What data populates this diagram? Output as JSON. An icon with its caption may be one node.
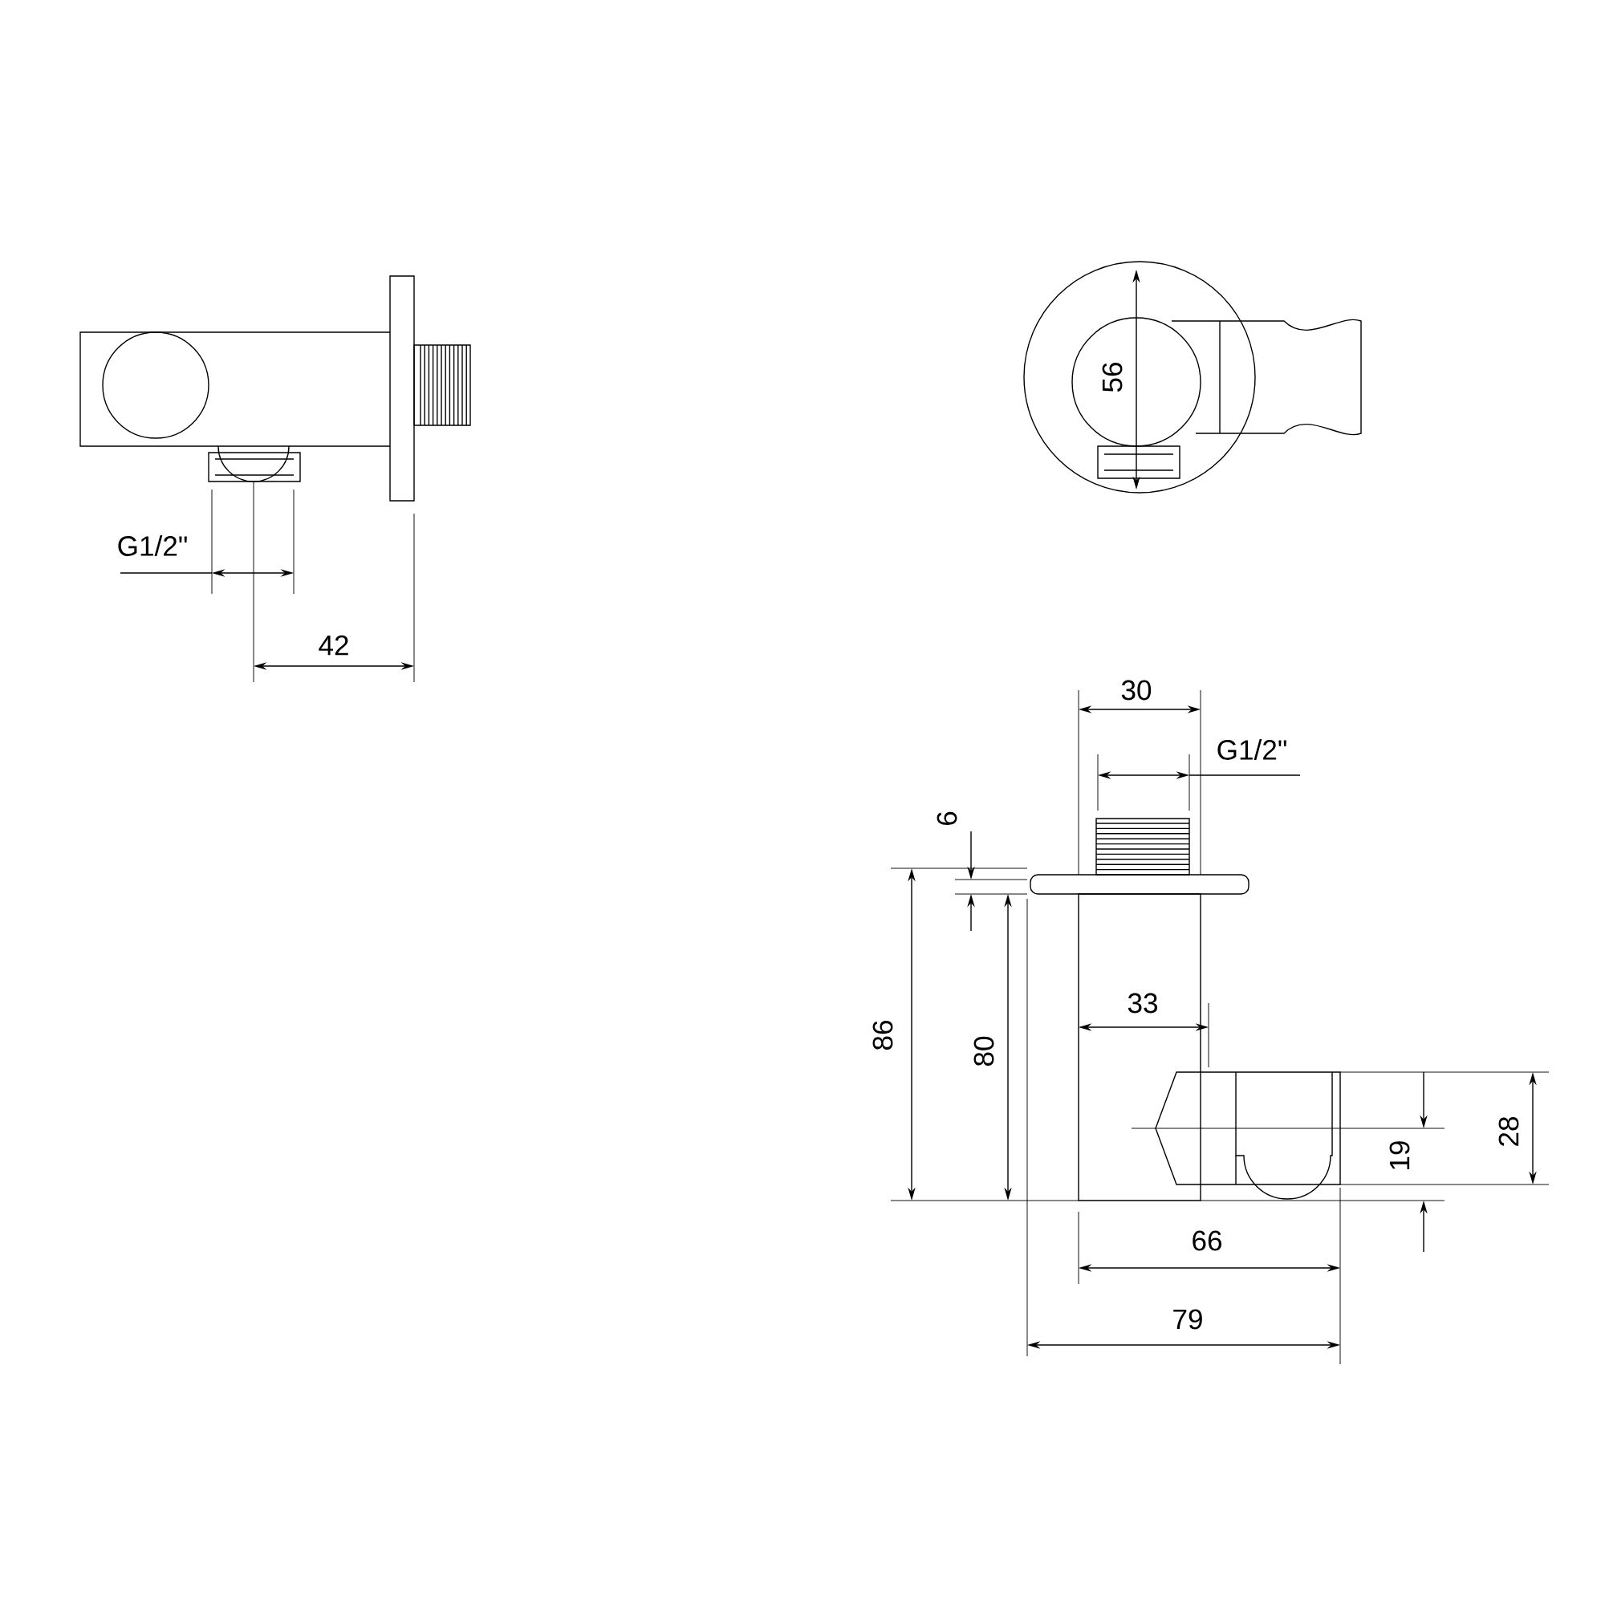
{
  "diagram": {
    "labels": [
      "56",
      "G1/2\"",
      "42",
      "30",
      "G1/2\"",
      "6",
      "86",
      "80",
      "33",
      "28",
      "19",
      "66",
      "79"
    ]
  }
}
